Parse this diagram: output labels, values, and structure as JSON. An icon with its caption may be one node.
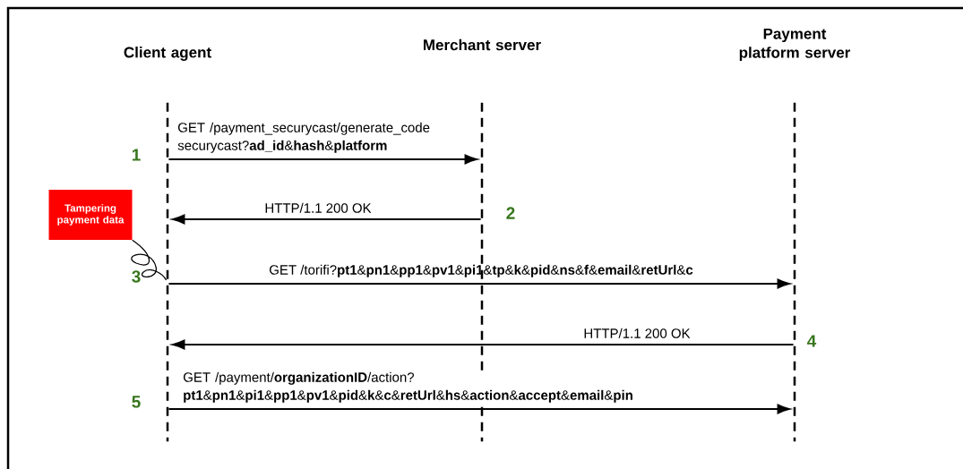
{
  "diagram": {
    "nodes": [
      {
        "text": [
          "Client agent"
        ]
      },
      {
        "text": [
          "Merchant server"
        ]
      },
      {
        "text": [
          "Payment platform server"
        ]
      },
      {
        "text": [],
        "shape": "line"
      },
      {
        "text": [],
        "shape": "line"
      },
      {
        "text": [],
        "shape": "line"
      },
      {
        "text": [
          "Tampering payment data"
        ]
      }
    ],
    "edges": [
      {
        "from": 3,
        "to": 4,
        "arrow": "to",
        "label": "GET /payment_securycast/generate_code securycast?**ad_id**&**hash**&**platform**"
      },
      {
        "from": 4,
        "to": 3,
        "arrow": "to",
        "label": "HTTP/1.1 200 OK"
      },
      {
        "from": 3,
        "to": 5,
        "arrow": "to",
        "label": "GET /torifi?**pt1**&**pn1**&**pp1**&**pv1**&**pi1**&**tp**&**k**&**pid**&**ns**&**f**&**email**&**retUrl**&**c**"
      },
      {
        "from": 5,
        "to": 3,
        "arrow": "to",
        "label": "HTTP/1.1 200 OK"
      },
      {
        "from": 3,
        "to": 5,
        "arrow": "to",
        "label": "GET /payment/**organizationID**/action? **pt1**&**pn1**&**pi1**&**pp1**&**pv1**&**pid**&**k**&**c**&**retUrl**&**hs**&**action**&**accept**&**email**&**pin**"
      },
      {
        "from": 6,
        "to": 3,
        "arrow": "none"
      }
    ],
    "labels": [
      "1",
      "2",
      "3",
      "4",
      "5"
    ]
  }
}
